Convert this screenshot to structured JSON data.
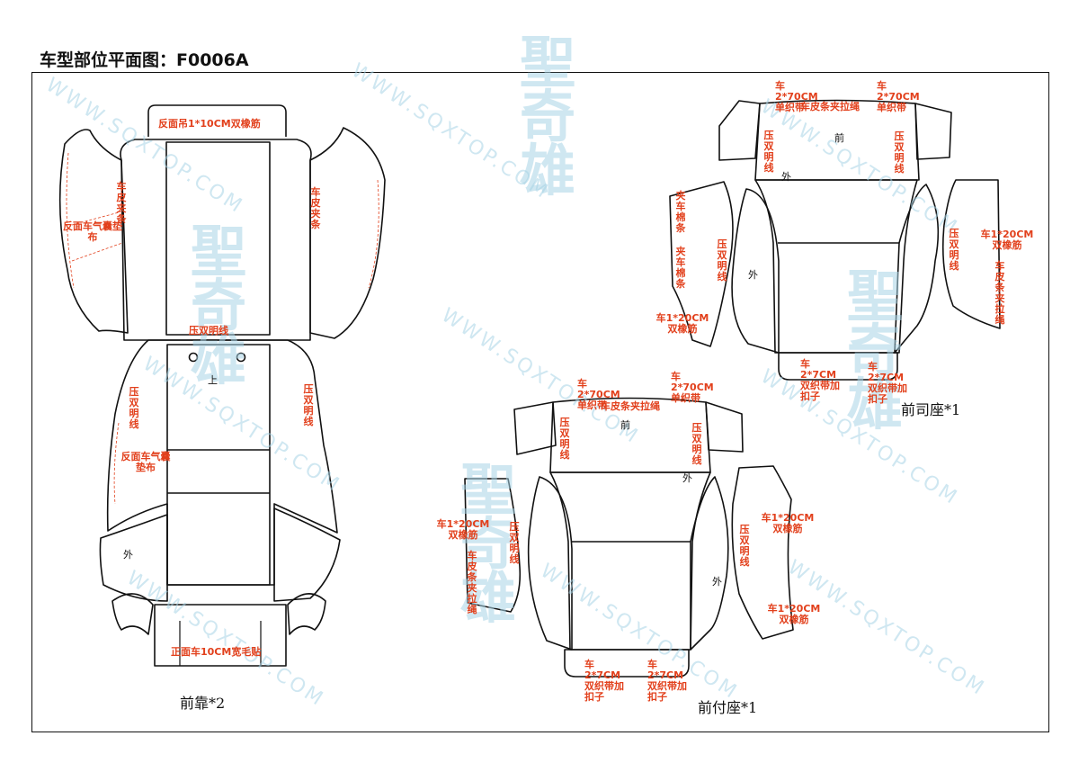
{
  "title": "车型部位平面图：F0006A",
  "watermark": {
    "text": "WWW.SQXTOP.COM",
    "logo": "聖奇雄"
  },
  "colors": {
    "outline": "#111111",
    "annotation": "#e2401c",
    "watermark": "#a8d4e6"
  },
  "left_piece": {
    "caption": "前靠*2",
    "top_band": "反面吊1*10CM双橡筋",
    "side_left": "车皮夹条",
    "side_right": "车皮夹条",
    "airbag_top": "反面车气囊垫布",
    "press_line_mid": "压双明线",
    "up_label": "上",
    "press_left": "压双明线",
    "press_right": "压双明线",
    "airbag_bottom": "反面车气囊垫布",
    "outer": "外",
    "bottom_band": "正面车10CM宽毛贴"
  },
  "driver_seat": {
    "caption": "前司座*1",
    "top_left_note": "车2*70CM单织带",
    "top_right_note": "车2*70CM单织带",
    "top_band": "车皮条夹拉绳",
    "front": "前",
    "press_left": "压双明线",
    "press_right": "压双明线",
    "outer_top": "外",
    "clip_1": "夹车棉条",
    "clip_2": "夹车棉条",
    "press_side": "压双明线",
    "outer_side": "外",
    "rubber_left": "车1*20CM双橡筋",
    "press_right_panel": "压双明线",
    "rubber_right": "车1*20CM双橡筋",
    "leather_right": "车皮条夹拉绳",
    "strap_bottom_left": "车2*7CM双织带加扣子",
    "strap_bottom_right": "车2*7CM双织带加扣子"
  },
  "passenger_seat": {
    "caption": "前付座*1",
    "top_left_note": "车2*70CM单织带",
    "top_right_note": "车2*70CM单织带",
    "top_band": "车皮条夹拉绳",
    "front": "前",
    "press_left": "压双明线",
    "press_right": "压双明线",
    "outer_top": "外",
    "rubber_left": "车1*20CM双橡筋",
    "leather_left": "车皮条夹拉绳",
    "press_side": "压双明线",
    "press_right_panel": "压双明线",
    "outer_side": "外",
    "rubber_right_top": "车1*20CM双橡筋",
    "rubber_right_bottom": "车1*20CM双橡筋",
    "strap_bottom_left": "车2*7CM双织带加扣子",
    "strap_bottom_right": "车2*7CM双织带加扣子"
  }
}
